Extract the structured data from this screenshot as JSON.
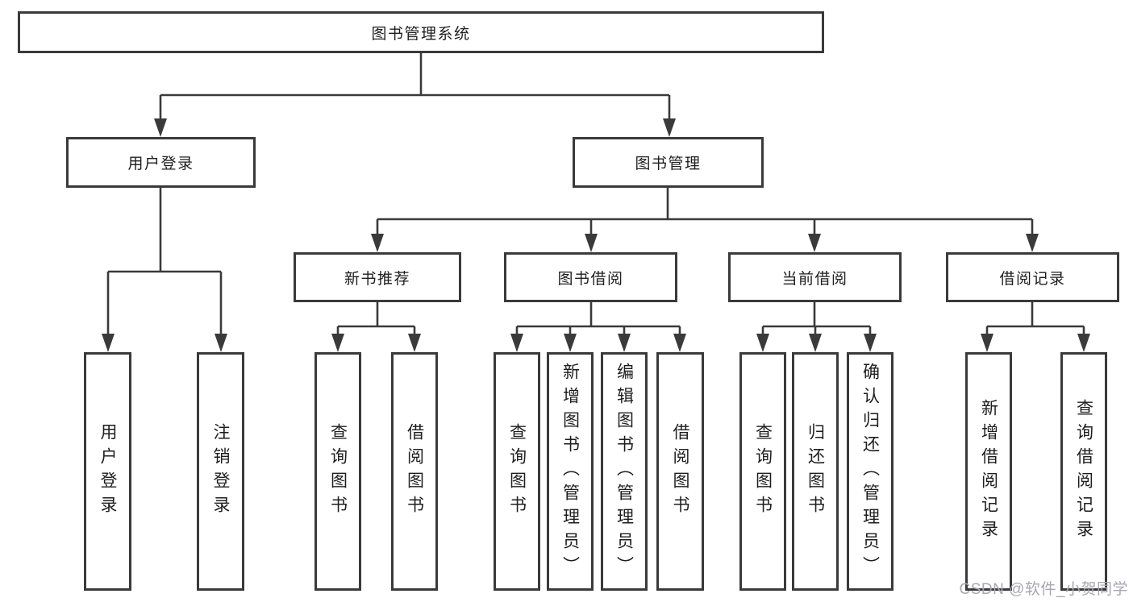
{
  "diagram": {
    "type": "hierarchy-tree",
    "root": {
      "label": "图书管理系统"
    },
    "level2": [
      {
        "id": "user_login",
        "label": "用户登录"
      },
      {
        "id": "book_management",
        "label": "图书管理"
      }
    ],
    "level3": [
      {
        "id": "new_book_recommend",
        "label": "新书推荐",
        "parent": "book_management"
      },
      {
        "id": "book_borrow",
        "label": "图书借阅",
        "parent": "book_management"
      },
      {
        "id": "current_borrow",
        "label": "当前借阅",
        "parent": "book_management"
      },
      {
        "id": "borrow_records",
        "label": "借阅记录",
        "parent": "book_management"
      }
    ],
    "leaves": {
      "user_login": [
        "用户登录",
        "注销登录"
      ],
      "new_book_recommend": [
        "查询图书",
        "借阅图书"
      ],
      "book_borrow": [
        "查询图书",
        "新增图书（管理员）",
        "编辑图书（管理员）",
        "借阅图书"
      ],
      "current_borrow": [
        "查询图书",
        "归还图书",
        "确认归还（管理员）"
      ],
      "borrow_records": [
        "新增借阅记录",
        "查询借阅记录"
      ]
    },
    "colors": {
      "line": "#3a3a3a",
      "box_border": "#3a3a3a",
      "text": "#1e1e1e",
      "background": "#ffffff",
      "watermark_text": "#a7a7af"
    },
    "watermark": "CSDN @软件_小贺同学"
  }
}
